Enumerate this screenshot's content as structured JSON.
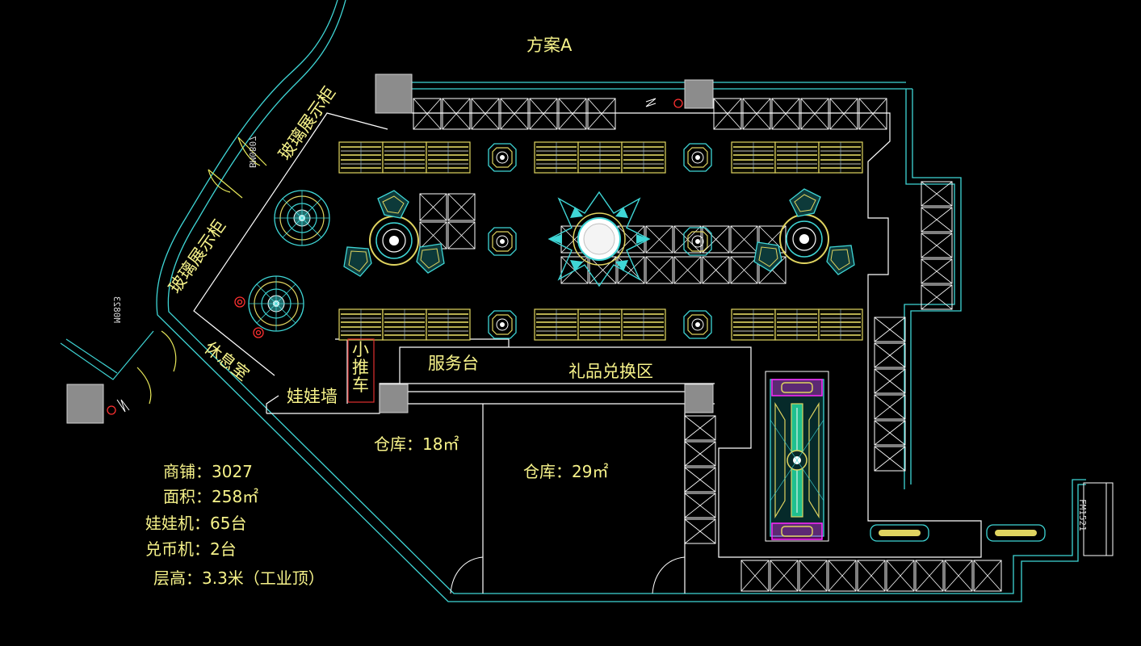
{
  "plan": {
    "title": "方案A",
    "rooms": {
      "service_desk": "服务台",
      "gift_area": "礼品兑换区",
      "doll_wall": "娃娃墙",
      "lounge": "休息室",
      "cart": "小推车",
      "warehouse_small": "仓库：18㎡",
      "warehouse_large": "仓库：29㎡",
      "glass_case_top": "玻璃展示柜",
      "glass_case_left": "玻璃展示柜"
    },
    "door_codes": {
      "door_1": "BM0807",
      "door_2": "M0823",
      "door_3": "FM1521"
    },
    "info": {
      "shop": "商铺：3027",
      "area": "面积：258㎡",
      "claw_machines": "娃娃机：65台",
      "coin_machines": "兑币机：2台",
      "floor_height": "层高：3.3米（工业顶）"
    }
  },
  "colors": {
    "wall": "#ffffff",
    "glass": "#3fd6d6",
    "machine": "#e0d460",
    "label": "#f7f38a",
    "pillar": "#8a8a8a",
    "magenta": "#ff29ff",
    "door": "#e8e85a"
  }
}
